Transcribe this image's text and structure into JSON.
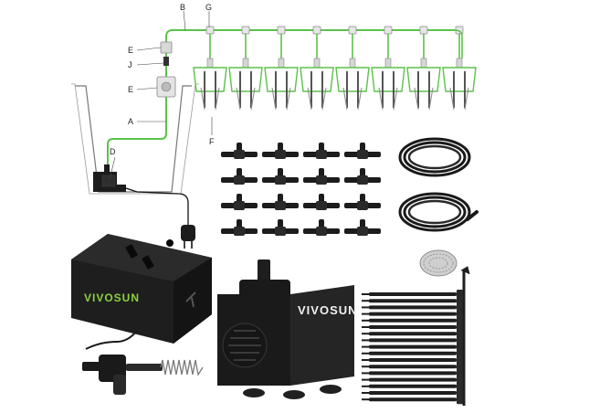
{
  "colors": {
    "tube_green": "#5cc24a",
    "part_black": "#1c1c1c",
    "brand_green": "#8bd23c",
    "outline_gray": "#6b6b6b"
  },
  "diagram": {
    "labels": {
      "A": "A",
      "B": "B",
      "D": "D",
      "E_top": "E",
      "E_mid": "E",
      "F": "F",
      "G": "G",
      "J": "J"
    }
  },
  "products": {
    "timer_brand": "VIVOSUN",
    "pump_brand": "VIVOSUN"
  },
  "counts": {
    "tee_connectors": 16,
    "tubing_coils": 2,
    "drip_stakes": 17,
    "filter_mesh": 1,
    "planters_in_diagram": 8
  },
  "icons": {
    "plug": "plug-icon",
    "spring": "spring-icon",
    "mesh": "mesh-filter-icon"
  }
}
